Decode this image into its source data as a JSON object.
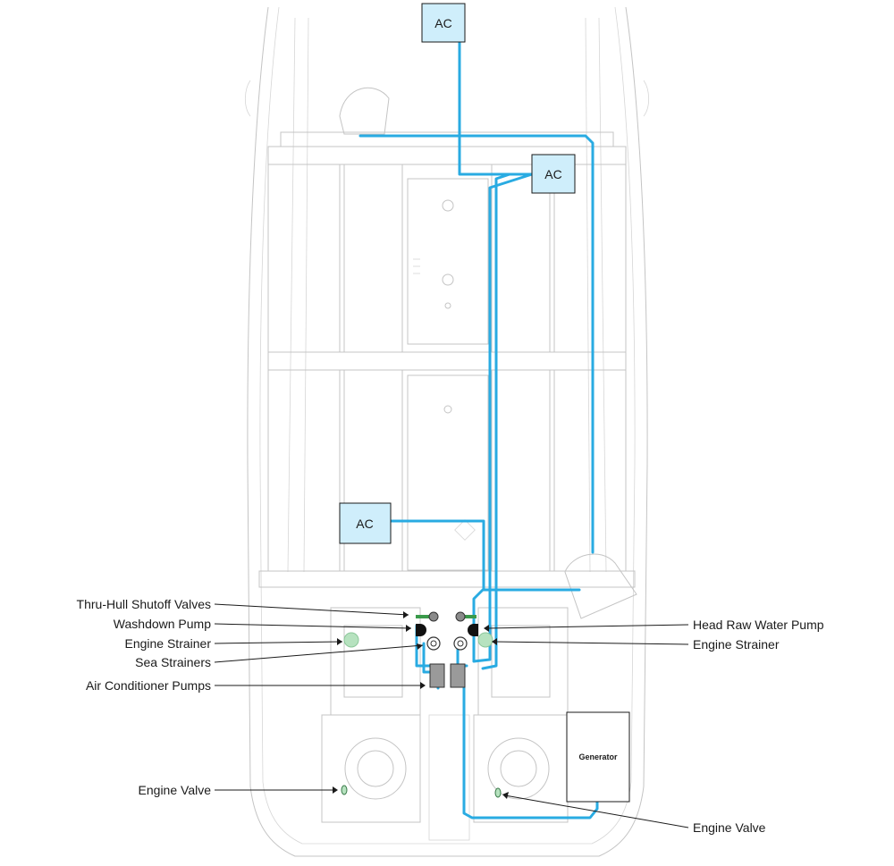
{
  "ac_units": [
    {
      "id": "ac-top",
      "label": "AC"
    },
    {
      "id": "ac-mid",
      "label": "AC"
    },
    {
      "id": "ac-low",
      "label": "AC"
    }
  ],
  "generator": {
    "label": "Generator"
  },
  "left_labels": {
    "thru_hull": "Thru-Hull Shutoff Valves",
    "washdown_pump": "Washdown Pump",
    "engine_strainer": "Engine Strainer",
    "sea_strainers": "Sea Strainers",
    "ac_pumps": "Air Conditioner Pumps",
    "engine_valve": "Engine Valve"
  },
  "right_labels": {
    "head_pump": "Head Raw Water Pump",
    "engine_strainer": "Engine Strainer",
    "engine_valve": "Engine Valve"
  },
  "colors": {
    "pipe": "#29abe2",
    "ac_fill": "#cfeefb",
    "valve_green": "#3a9a4a",
    "strainer_green": "#b6e2bf",
    "pump_gray": "#9a9a9a"
  }
}
